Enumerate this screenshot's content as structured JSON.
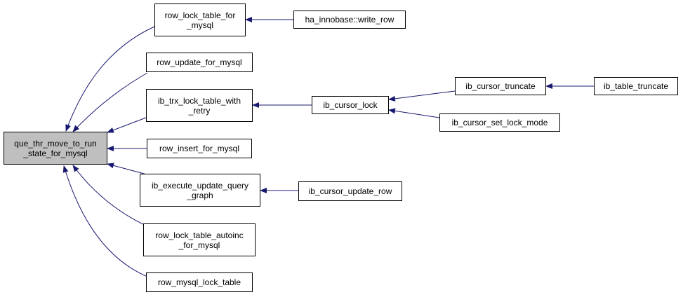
{
  "colors": {
    "edge": "#191970",
    "node_border": "#000000",
    "node_fill": "#ffffff",
    "root_fill": "#bfbfbf"
  },
  "nodes": {
    "root": {
      "line1": "que_thr_move_to_run",
      "line2": "_state_for_mysql"
    },
    "row_lock_table_for_mysql": {
      "line1": "row_lock_table_for",
      "line2": "_mysql"
    },
    "ha_innobase_write_row": {
      "line1": "ha_innobase::write_row"
    },
    "row_update_for_mysql": {
      "line1": "row_update_for_mysql"
    },
    "ib_trx_lock_table_with_retry": {
      "line1": "ib_trx_lock_table_with",
      "line2": "_retry"
    },
    "ib_cursor_lock": {
      "line1": "ib_cursor_lock"
    },
    "ib_cursor_truncate": {
      "line1": "ib_cursor_truncate"
    },
    "ib_table_truncate": {
      "line1": "ib_table_truncate"
    },
    "ib_cursor_set_lock_mode": {
      "line1": "ib_cursor_set_lock_mode"
    },
    "row_insert_for_mysql": {
      "line1": "row_insert_for_mysql"
    },
    "ib_execute_update_query_graph": {
      "line1": "ib_execute_update_query",
      "line2": "_graph"
    },
    "ib_cursor_update_row": {
      "line1": "ib_cursor_update_row"
    },
    "row_lock_table_autoinc_for_mysql": {
      "line1": "row_lock_table_autoinc",
      "line2": "_for_mysql"
    },
    "row_mysql_lock_table": {
      "line1": "row_mysql_lock_table"
    }
  }
}
